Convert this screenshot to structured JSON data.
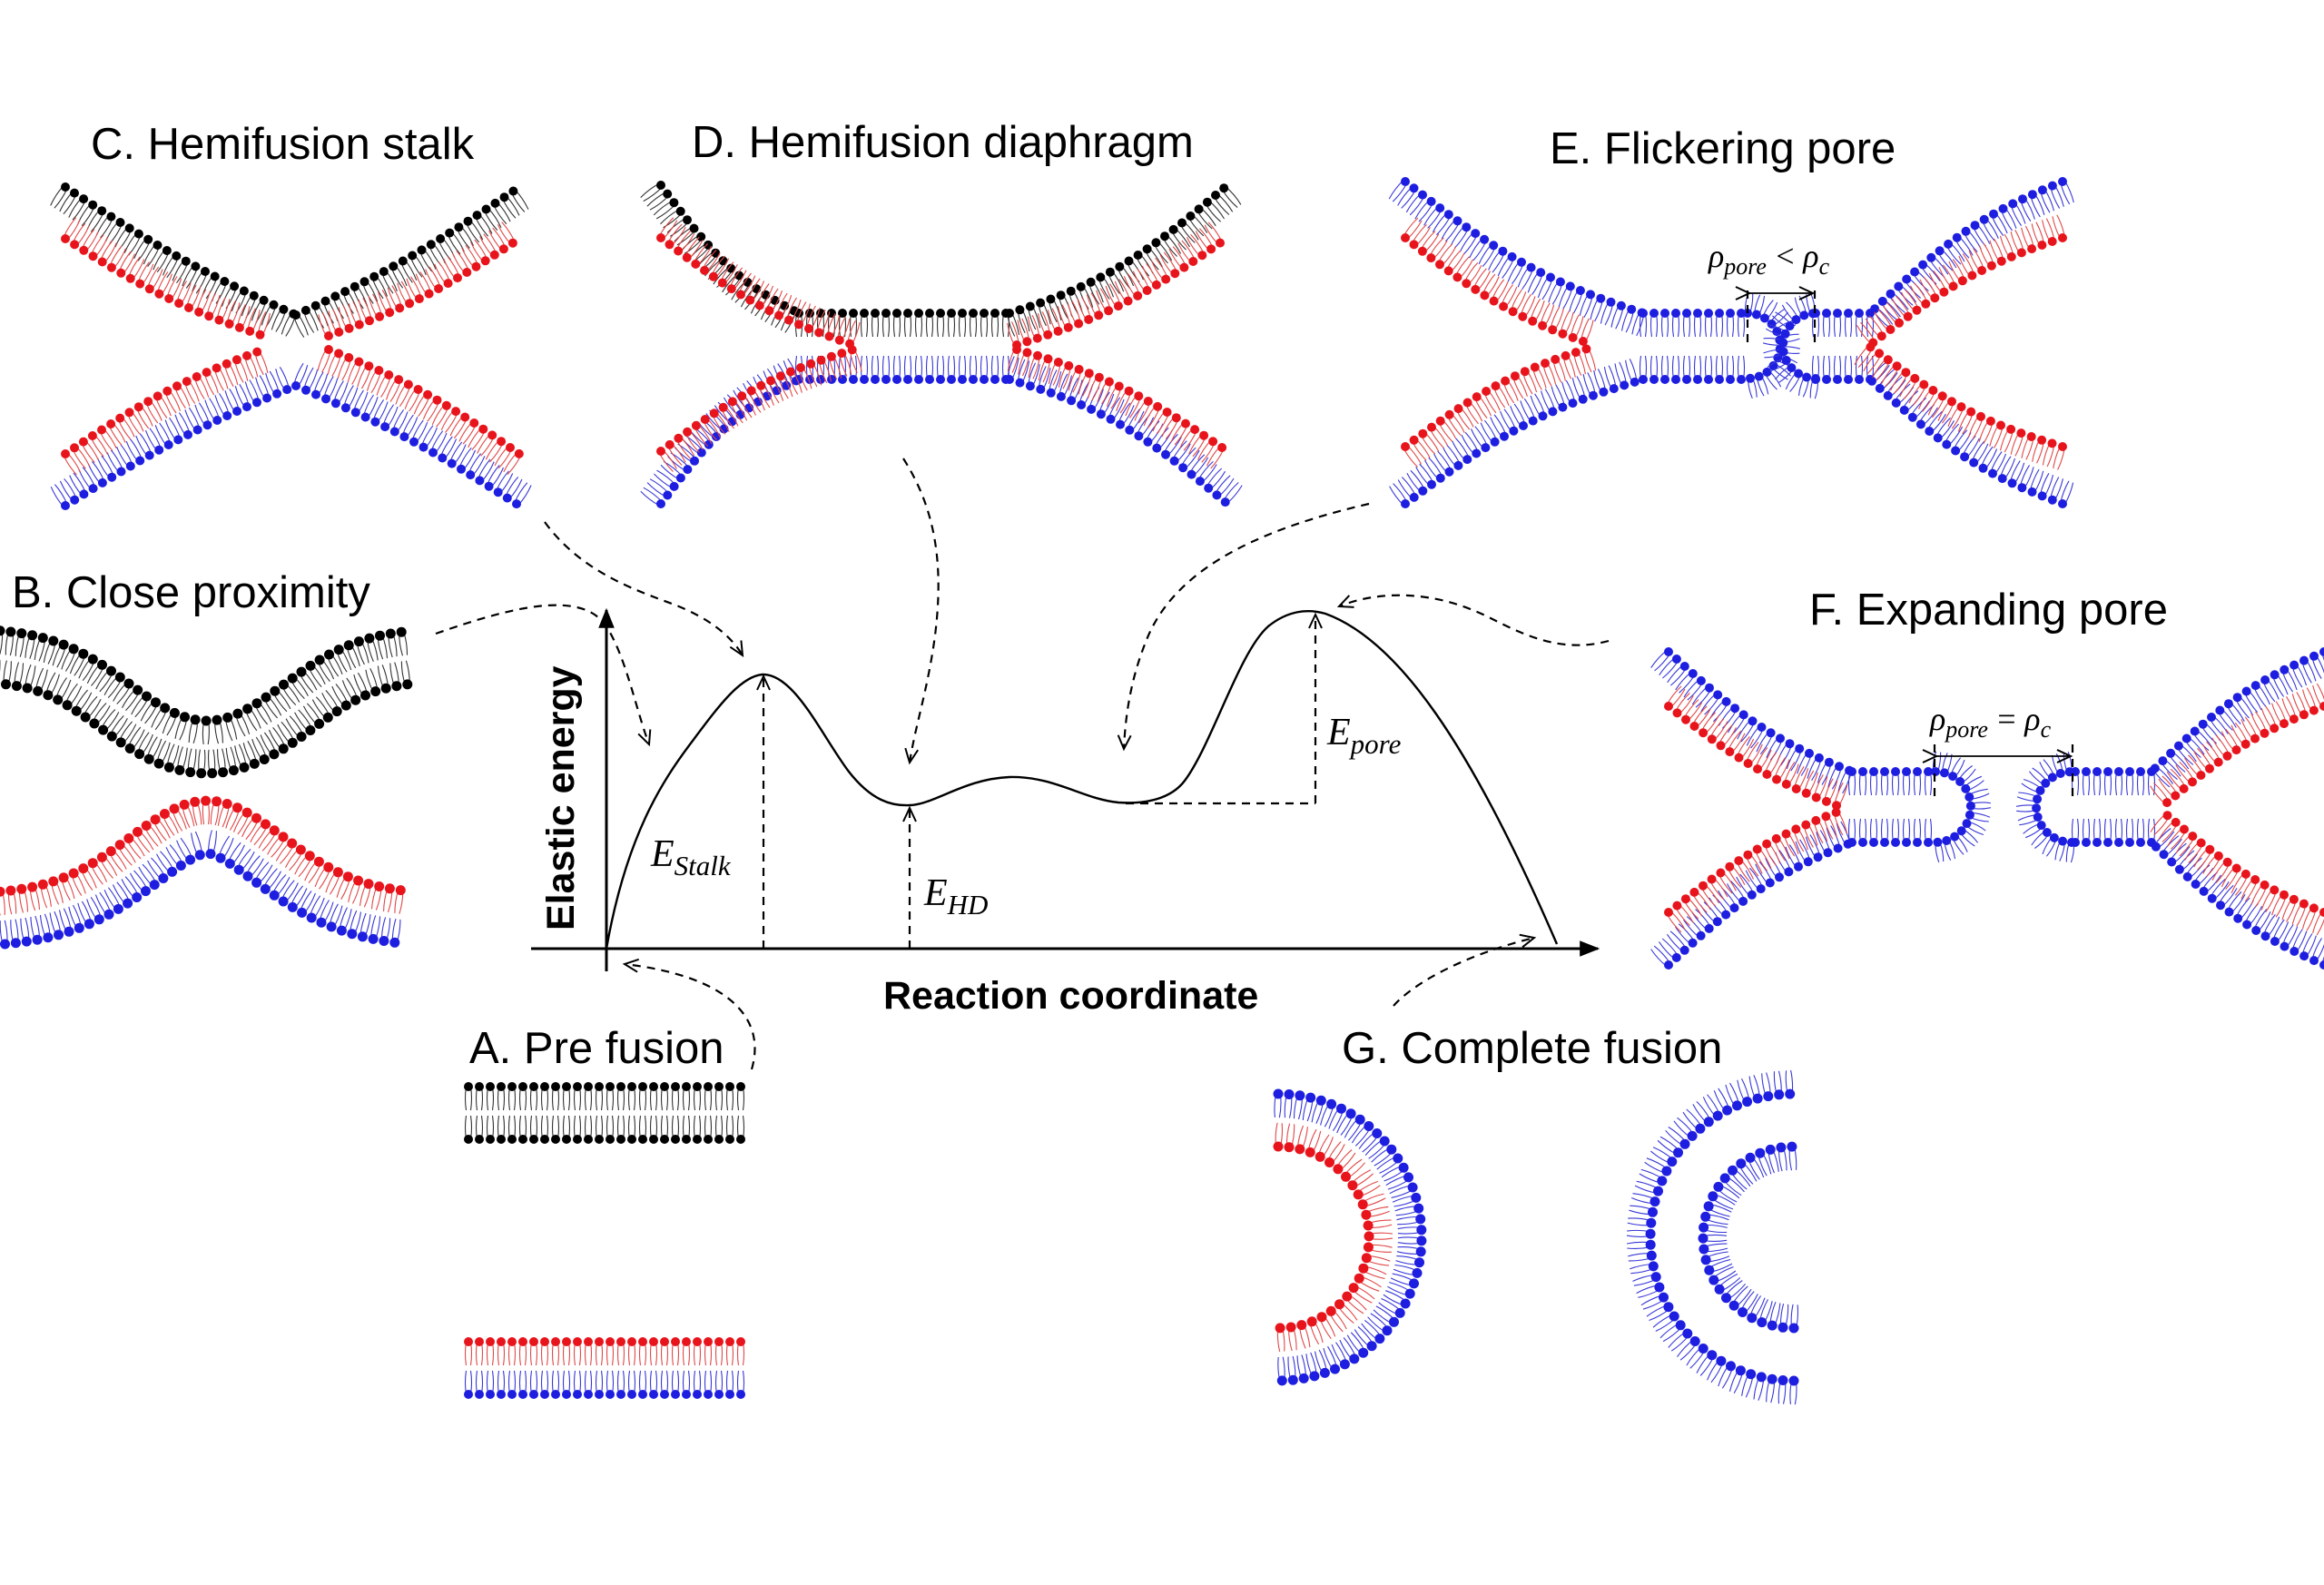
{
  "colors": {
    "black_leaflet": "#000000",
    "red_leaflet": "#e8141c",
    "blue_leaflet": "#1d1ee0",
    "tail_black": "#333333",
    "tail_red": "#e04848",
    "tail_blue": "#3838d8"
  },
  "stages": {
    "a": {
      "title": "A. Pre fusion"
    },
    "b": {
      "title": "B. Close proximity"
    },
    "c": {
      "title": "C. Hemifusion stalk"
    },
    "d": {
      "title": "D. Hemifusion diaphragm"
    },
    "e": {
      "title": "E. Flickering pore"
    },
    "f": {
      "title": "F. Expanding pore"
    },
    "g": {
      "title": "G. Complete fusion"
    }
  },
  "energy_plot": {
    "ylabel": "Elastic energy",
    "xlabel": "Reaction coordinate",
    "labels": {
      "stalk": {
        "E": "E",
        "sub": "Stalk"
      },
      "hd": {
        "E": "E",
        "sub": "HD"
      },
      "pore": {
        "E": "E",
        "sub": "pore"
      }
    }
  },
  "pore_labels": {
    "flickering": {
      "rho": "ρ",
      "sub": "pore",
      "rel": "<",
      "rho2": "ρ",
      "sub2": "c"
    },
    "expanding": {
      "rho": "ρ",
      "sub": "pore",
      "rel": "=",
      "rho2": "ρ",
      "sub2": "c"
    }
  }
}
